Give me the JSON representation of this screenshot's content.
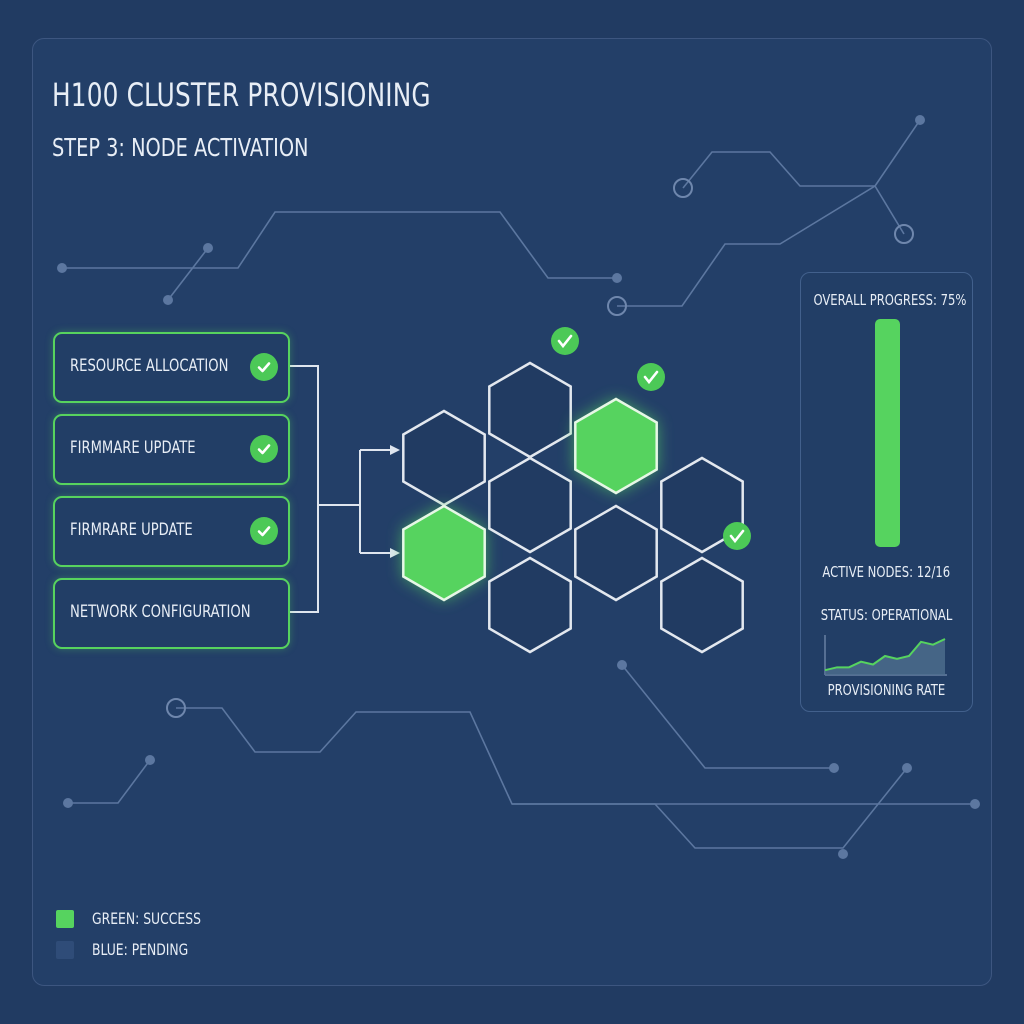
{
  "header": {
    "title": "H100 CLUSTER PROVISIONING",
    "subtitle": "STEP 3: NODE ACTIVATION"
  },
  "steps": [
    {
      "label": "RESOURCE ALLOCATION",
      "status": "complete",
      "icon": "check-circle-icon"
    },
    {
      "label": "FIRMMARE UPDATE",
      "status": "complete",
      "icon": "check-circle-icon"
    },
    {
      "label": "FIRMRARE UPDATE",
      "status": "complete",
      "icon": "check-circle-icon"
    },
    {
      "label": "NETWORK CONFIGURATION",
      "status": "pending"
    }
  ],
  "nodes": [
    {
      "state": "pending"
    },
    {
      "state": "success"
    },
    {
      "state": "pending",
      "checked": true
    },
    {
      "state": "pending"
    },
    {
      "state": "pending"
    },
    {
      "state": "success",
      "checked": true
    },
    {
      "state": "pending"
    },
    {
      "state": "pending"
    },
    {
      "state": "pending",
      "checked": true
    }
  ],
  "status_panel": {
    "progress_label": "OVERALL PROGRESS: 75%",
    "progress_percent": 75,
    "active_nodes": "ACTIVE NODES: 12/16",
    "status": "STATUS: OPERATIONAL",
    "chart_label": "PROVISIONING RATE",
    "rate_series": [
      1,
      2,
      2,
      4,
      3,
      6,
      5,
      6,
      11,
      10,
      12
    ]
  },
  "legend": [
    {
      "label": "GREEN: SUCCESS",
      "color": "#56d35f"
    },
    {
      "label": "BLUE: PENDING",
      "color": "#2f4c78"
    }
  ],
  "colors": {
    "background": "#213b62",
    "accent": "#56d35f",
    "line": "#6f87ad"
  }
}
